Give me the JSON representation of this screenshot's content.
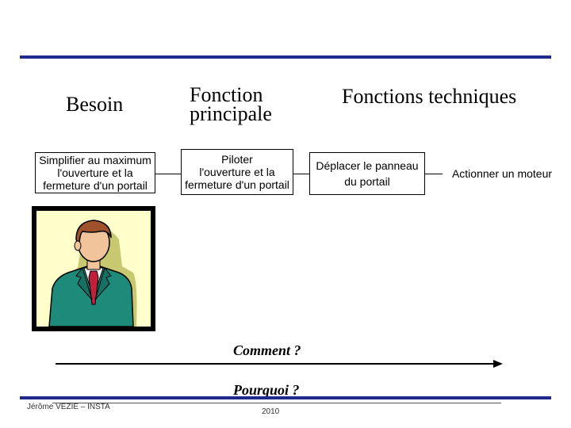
{
  "headings": {
    "besoin": "Besoin",
    "fonction_principale_line1": "Fonction",
    "fonction_principale_line2": "principale",
    "fonctions_techniques": "Fonctions techniques"
  },
  "boxes": {
    "besoin": [
      "Simplifier au maximum",
      "l'ouverture et la",
      "fermeture d'un portail"
    ],
    "fonction_principale": [
      "Piloter",
      "l'ouverture et la",
      "fermeture d'un portail"
    ],
    "fonction_technique_1": [
      "Déplacer le panneau",
      "du portail"
    ],
    "fonction_technique_2": "Actionner un moteur"
  },
  "arrows": {
    "comment": "Comment ?",
    "pourquoi": "Pourquoi ?"
  },
  "footer": {
    "author": "Jérôme VEZIE – INSTA",
    "year": "2010"
  },
  "colors": {
    "rule": "#1f2a8c",
    "picture_frame": "#000000",
    "picture_bg": "#ffffcc",
    "suit": "#1e8a7a",
    "tie": "#c0203a",
    "hair": "#a0522d",
    "skin": "#f2c49b"
  },
  "icons": {
    "person": "businessman-clipart"
  }
}
